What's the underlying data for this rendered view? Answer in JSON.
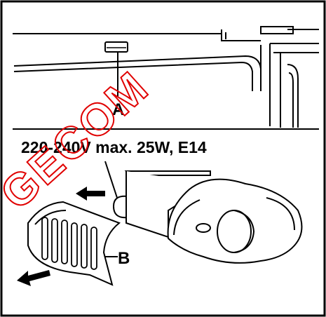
{
  "diagram": {
    "label_a": "A",
    "label_b": "B",
    "bulb_spec": "220-240V max. 25W, E14",
    "watermark": "GECOM"
  },
  "colors": {
    "line": "#000000",
    "background": "#ffffff",
    "watermark": "#e00000"
  }
}
